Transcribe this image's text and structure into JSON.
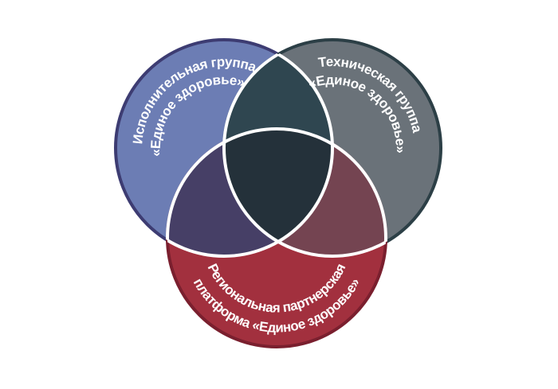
{
  "diagram": {
    "type": "venn",
    "sets": [
      {
        "id": "executive",
        "line1": "Исполнительная группа",
        "line2": "«Единое здоровье»",
        "fill": "#6c7db4",
        "border": "#3d3c72"
      },
      {
        "id": "technical",
        "line1": "Техническая группа",
        "line2": "«Единое здоровье»",
        "fill": "#6a7279",
        "border": "#2c3f46"
      },
      {
        "id": "regional",
        "line1": "Региональная партнерская",
        "line2": "платформа «Единое здоровье»",
        "fill": "#a2303e",
        "border": "#7a1f2e"
      }
    ],
    "overlaps": {
      "executive_technical": "#2f4650",
      "executive_regional": "#463f66",
      "technical_regional": "#744451",
      "all": "#24313a"
    }
  }
}
